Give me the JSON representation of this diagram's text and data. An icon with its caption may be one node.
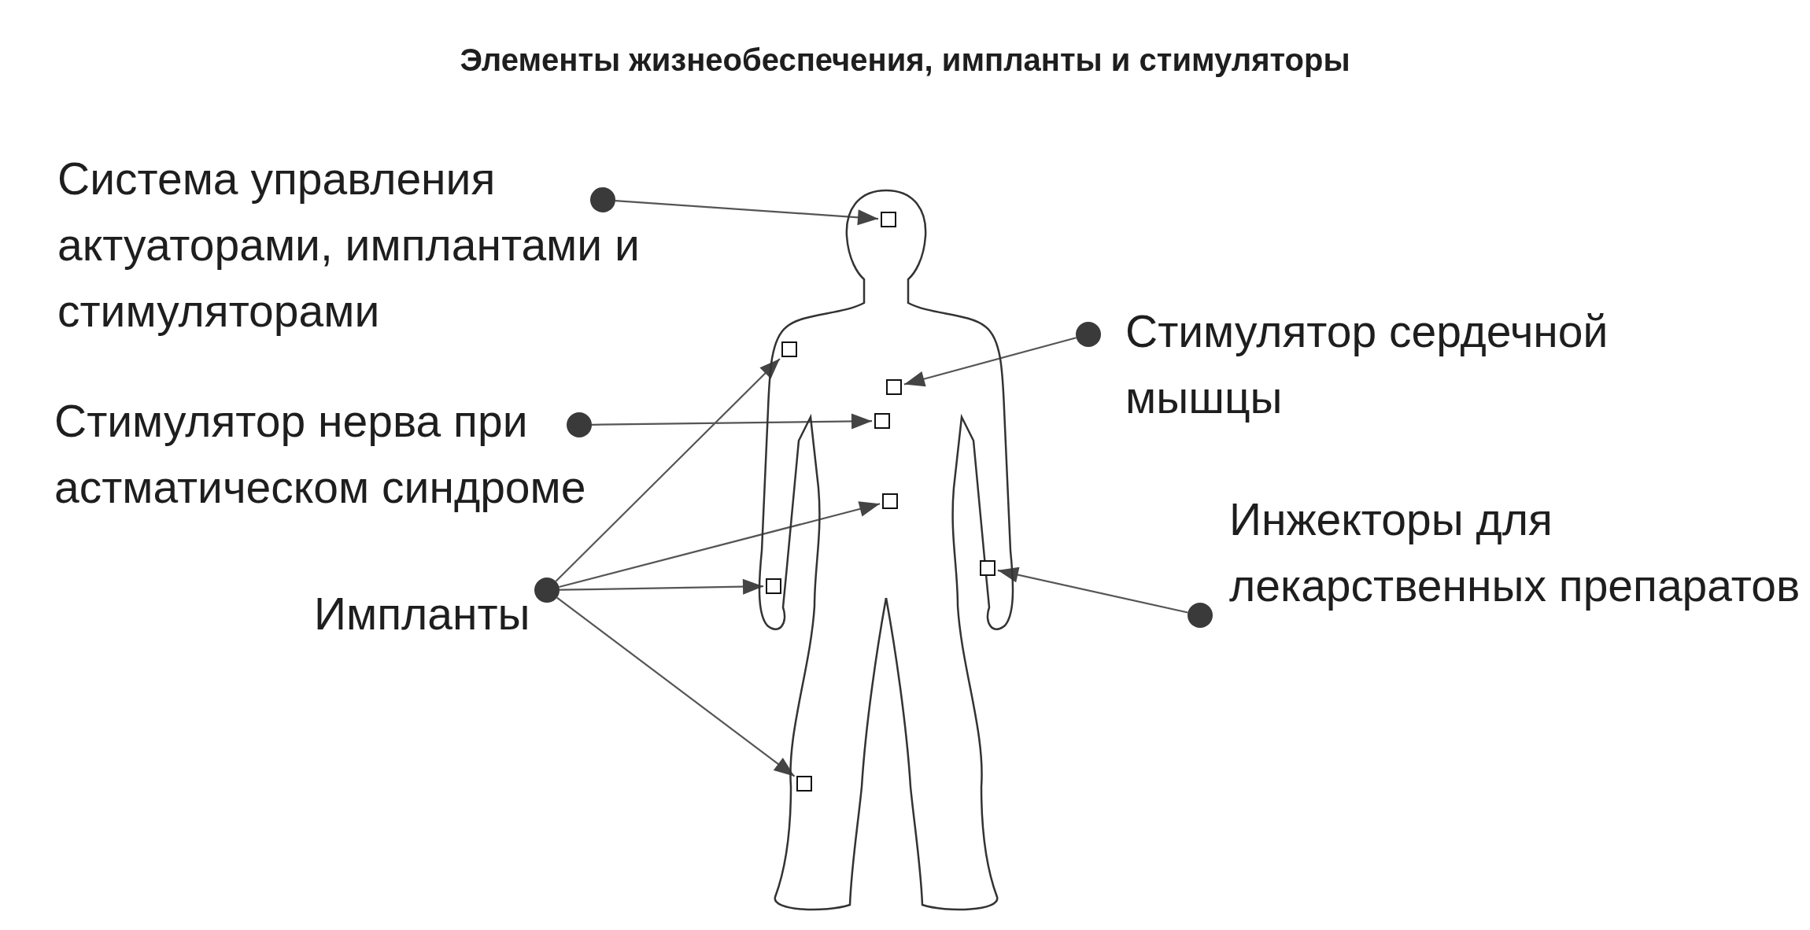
{
  "diagram": {
    "title": "Элементы жизнеобеспечения, импланты и стимуляторы",
    "nodes": [
      {
        "text": [
          "Система управления актуаторами, имплантами и стимуляторами"
        ]
      },
      {
        "text": [
          "Стимулятор сердечной мышцы"
        ]
      },
      {
        "text": [
          "Стимулятор нерва при астматическом синдроме"
        ]
      },
      {
        "text": [
          "Импланты"
        ]
      },
      {
        "text": [
          "Инжекторы для лекарственных препаратов"
        ]
      },
      {
        "text": [],
        "shape": "person"
      },
      {
        "text": [],
        "shape": "box",
        "in": 5
      },
      {
        "text": [],
        "shape": "box",
        "in": 5
      },
      {
        "text": [],
        "shape": "box",
        "in": 5
      },
      {
        "text": [],
        "shape": "box",
        "in": 5
      },
      {
        "text": [],
        "shape": "box",
        "in": 5
      },
      {
        "text": [],
        "shape": "box",
        "in": 5
      },
      {
        "text": [],
        "shape": "box",
        "in": 5
      },
      {
        "text": [],
        "shape": "box",
        "in": 5
      }
    ],
    "edges": [
      {
        "from": 0,
        "to": 6,
        "arrow": "to"
      },
      {
        "from": 3,
        "to": 7,
        "arrow": "to"
      },
      {
        "from": 1,
        "to": 8,
        "arrow": "to"
      },
      {
        "from": 2,
        "to": 9,
        "arrow": "to"
      },
      {
        "from": 3,
        "to": 10,
        "arrow": "to"
      },
      {
        "from": 4,
        "to": 11,
        "arrow": "to"
      },
      {
        "from": 3,
        "to": 12,
        "arrow": "to"
      },
      {
        "from": 3,
        "to": 13,
        "arrow": "to"
      }
    ]
  }
}
